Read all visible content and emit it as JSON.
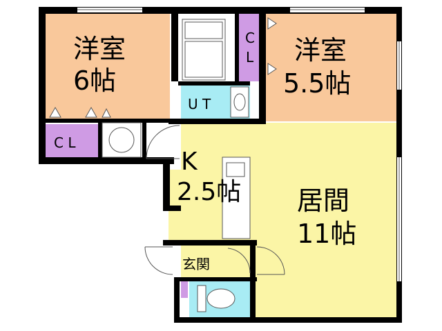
{
  "rooms": {
    "western_left": {
      "name": "洋室",
      "size": "6帖"
    },
    "western_right": {
      "name": "洋室",
      "size": "5.5帖"
    },
    "living": {
      "name": "居間",
      "size": "11帖"
    },
    "kitchen": {
      "name": "K",
      "size": "2.5帖"
    }
  },
  "spaces": {
    "closet_left": "C L",
    "closet_right_line1": "C",
    "closet_right_line2": "L",
    "utility": "U T",
    "entrance": "玄関"
  },
  "colors": {
    "western_room": "#f9c89b",
    "living_kitchen": "#fbf5a6",
    "closet": "#cf9be4",
    "wet_area": "#a8ecf4",
    "wall": "#000000",
    "fixture": "#555555"
  }
}
